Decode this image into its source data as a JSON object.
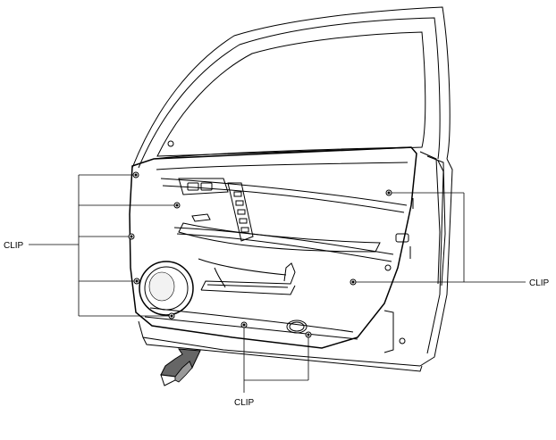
{
  "labels": {
    "left": "CLIP",
    "right": "CLIP",
    "bottom": "CLIP"
  },
  "colors": {
    "line": "#000000",
    "background": "#ffffff",
    "arrow_fill": "#666666"
  },
  "icons": {
    "direction_arrow": "curved-arrow-icon",
    "clip_marker": "clip-marker-icon"
  }
}
